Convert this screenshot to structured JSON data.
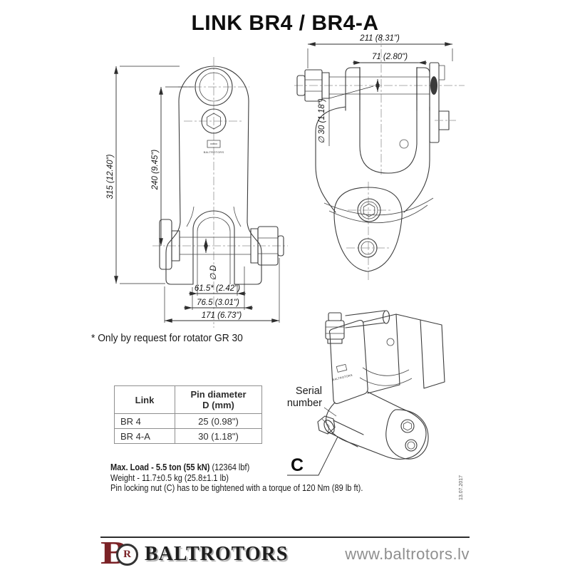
{
  "title": "LINK BR4 / BR4-A",
  "note": "* Only by request for rotator  GR 30",
  "front_view": {
    "dim_overall_height": "315 (12.40\")",
    "dim_hole_to_pin": "240 (9.45\")",
    "dim_pin_diameter_ref": "∅ D",
    "dim_inner_width": "61.5* (2.42\")",
    "dim_boss_width": "76.5 (3.01\")",
    "dim_overall_width": "171 (6.73\")",
    "part_logo": "BALTROTORS"
  },
  "side_view": {
    "dim_overall_width": "211 (8.31\")",
    "dim_inner_width": "71 (2.80\")",
    "dim_pin_diameter": "∅ 30 (1.18\")"
  },
  "iso_view": {
    "serial_line1": "Serial",
    "serial_line2": "number",
    "c_label": "C",
    "part_logo": "BALTROTORS"
  },
  "table": {
    "col1_header": "Link",
    "col2_header_line1": "Pin diameter",
    "col2_header_line2": "D (mm)",
    "rows": [
      {
        "link": "BR 4",
        "pin_diameter": "25 (0.98\")"
      },
      {
        "link": "BR 4-A",
        "pin_diameter": "30 (1.18\")"
      }
    ]
  },
  "specs": {
    "max_load_bold": "Max. Load - 5.5 ton (55 kN)",
    "max_load_note": " (12364 lbf)",
    "weight": "Weight - 11.7±0.5 kg (25.8±1.1 lb)",
    "torque_note": "Pin locking nut (C) has to be tightened with a torque of 120 Nm (89 lb ft)."
  },
  "date_stamp": "13.07.2017",
  "footer": {
    "brand_letter": "B",
    "brand_emblem_letter": "R",
    "brand_name": "BALTROTORS",
    "website": "www.baltrotors.lv"
  },
  "colors": {
    "brand_red": "#7b2226",
    "line": "#3b3b3b",
    "muted_gray": "#8f8f8f"
  }
}
